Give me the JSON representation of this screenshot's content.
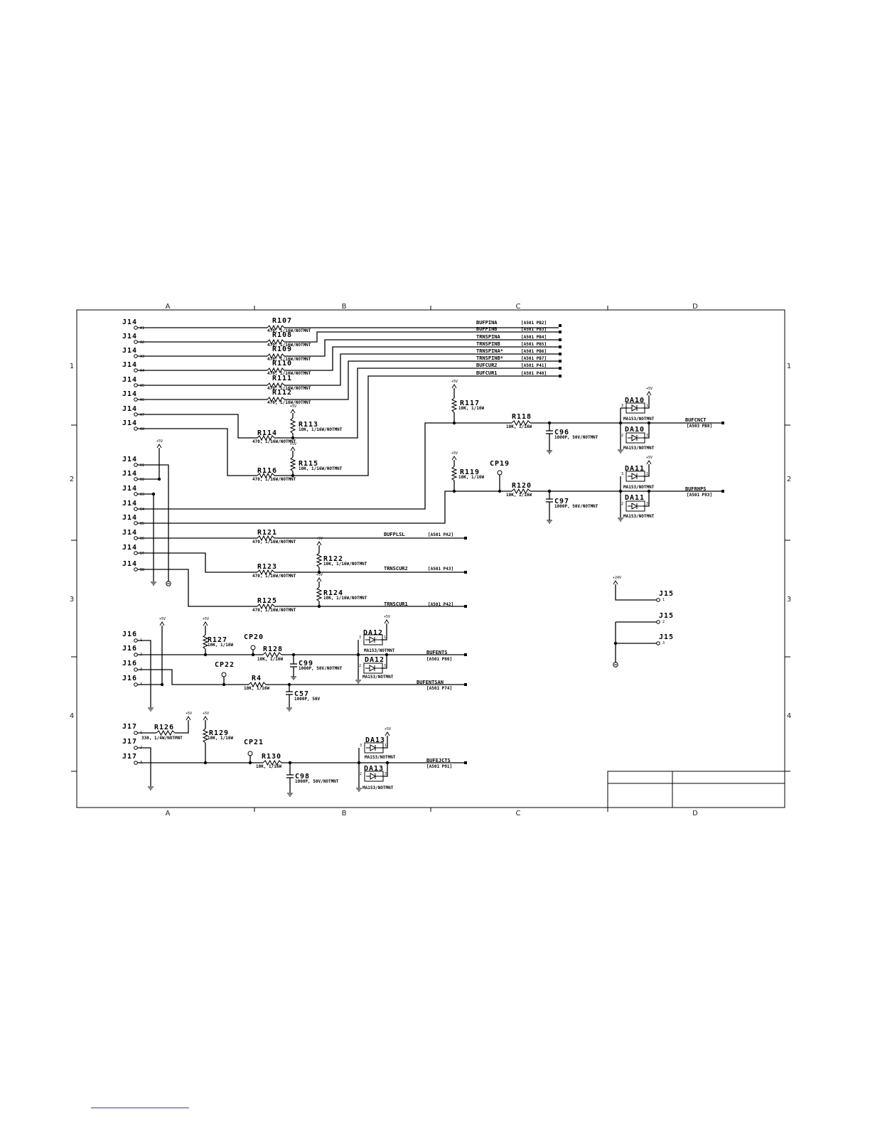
{
  "zones": {
    "columns": [
      "A",
      "B",
      "C",
      "D"
    ],
    "rows": [
      "1",
      "2",
      "3",
      "4"
    ]
  },
  "title_block": {
    "cells": [
      "",
      "",
      "",
      ""
    ]
  },
  "connectors": {
    "j14_rows": [
      {
        "ref": "J14",
        "pin": "A1"
      },
      {
        "ref": "J14",
        "pin": "A2"
      },
      {
        "ref": "J14",
        "pin": "A3"
      },
      {
        "ref": "J14",
        "pin": "A4"
      },
      {
        "ref": "J14",
        "pin": "A5"
      },
      {
        "ref": "J14",
        "pin": "A6"
      },
      {
        "ref": "J14",
        "pin": "A7"
      },
      {
        "ref": "J14",
        "pin": "A8"
      },
      {
        "ref": "J14",
        "pin": "B1"
      },
      {
        "ref": "J14",
        "pin": "B2"
      },
      {
        "ref": "J14",
        "pin": "B3"
      },
      {
        "ref": "J14",
        "pin": "B4"
      },
      {
        "ref": "J14",
        "pin": "B5"
      },
      {
        "ref": "J14",
        "pin": "B6"
      },
      {
        "ref": "J14",
        "pin": "B7"
      },
      {
        "ref": "J14",
        "pin": "B8"
      }
    ],
    "j16_rows": [
      {
        "ref": "J16",
        "pin": "1"
      },
      {
        "ref": "J16",
        "pin": "2"
      },
      {
        "ref": "J16",
        "pin": "3"
      },
      {
        "ref": "J16",
        "pin": "4"
      }
    ],
    "j17_rows": [
      {
        "ref": "J17",
        "pin": "1"
      },
      {
        "ref": "J17",
        "pin": "2"
      },
      {
        "ref": "J17",
        "pin": "3"
      }
    ],
    "j15_rows": [
      {
        "ref": "J15",
        "pin": "1"
      },
      {
        "ref": "J15",
        "pin": "2"
      },
      {
        "ref": "J15",
        "pin": "3"
      }
    ]
  },
  "resistors": {
    "R107": {
      "ref": "R107",
      "value": "470, 1/16W/NOTMNT"
    },
    "R108": {
      "ref": "R108",
      "value": "470, 1/16W/NOTMNT"
    },
    "R109": {
      "ref": "R109",
      "value": "470, 1/16W/NOTMNT"
    },
    "R110": {
      "ref": "R110",
      "value": "470, 1/16W/NOTMNT"
    },
    "R111": {
      "ref": "R111",
      "value": "470, 1/16W/NOTMNT"
    },
    "R112": {
      "ref": "R112",
      "value": "470, 1/16W/NOTMNT"
    },
    "R113": {
      "ref": "R113",
      "value": "10K, 1/16W/NOTMNT"
    },
    "R114": {
      "ref": "R114",
      "value": "470, 1/16W/NOTMNT"
    },
    "R115": {
      "ref": "R115",
      "value": "10K, 1/16W/NOTMNT"
    },
    "R116": {
      "ref": "R116",
      "value": "470, 1/16W/NOTMNT"
    },
    "R117": {
      "ref": "R117",
      "value": "10K, 1/16W"
    },
    "R118": {
      "ref": "R118",
      "value": "10K, 1/16W"
    },
    "R119": {
      "ref": "R119",
      "value": "10K, 1/16W"
    },
    "R120": {
      "ref": "R120",
      "value": "10K, 1/16W"
    },
    "R121": {
      "ref": "R121",
      "value": "470, 1/16W/NOTMNT"
    },
    "R122": {
      "ref": "R122",
      "value": "10K, 1/16W/NOTMNT"
    },
    "R123": {
      "ref": "R123",
      "value": "470, 1/16W/NOTMNT"
    },
    "R124": {
      "ref": "R124",
      "value": "10K, 1/16W/NOTMNT"
    },
    "R125": {
      "ref": "R125",
      "value": "470, 1/16W/NOTMNT"
    },
    "R127": {
      "ref": "R127",
      "value": "10K, 1/16W"
    },
    "R128": {
      "ref": "R128",
      "value": "10K, 1/16W"
    },
    "R4": {
      "ref": "R4",
      "value": "10K, 1/16W"
    },
    "R126": {
      "ref": "R126",
      "value": "330, 1/4W/NOTMNT"
    },
    "R129": {
      "ref": "R129",
      "value": "10K, 1/16W"
    },
    "R130": {
      "ref": "R130",
      "value": "10K, 1/16W"
    }
  },
  "capacitors": {
    "C96": {
      "ref": "C96",
      "value": "1000P, 50V/NOTMNT"
    },
    "C97": {
      "ref": "C97",
      "value": "1000P, 50V/NOTMNT"
    },
    "C99": {
      "ref": "C99",
      "value": "1000P, 50V/NOTMNT"
    },
    "C57": {
      "ref": "C57",
      "value": "1000P, 50V"
    },
    "C98": {
      "ref": "C98",
      "value": "1000P, 50V/NOTMNT"
    }
  },
  "test_points": {
    "CP19": "CP19",
    "CP20": "CP20",
    "CP22": "CP22",
    "CP21": "CP21"
  },
  "diodes": {
    "DA10": {
      "ref": "DA10",
      "value": "MA153/NOTMNT"
    },
    "DA11": {
      "ref": "DA11",
      "value": "MA153/NOTMNT"
    },
    "DA12": {
      "ref": "DA12",
      "value": "MA153/NOTMNT"
    },
    "DA13": {
      "ref": "DA13",
      "value": "MA153/NOTMNT"
    }
  },
  "power": {
    "p5v": "+5V",
    "p24v": "+24V"
  },
  "nets": {
    "BUFPINA": {
      "name": "BUFPINA",
      "dest": "[A501 PB2]"
    },
    "BUFPINB": {
      "name": "BUFPINB",
      "dest": "[A501 PB3]"
    },
    "TRNSPINA": {
      "name": "TRNSPINA",
      "dest": "[A501 PB4]"
    },
    "TRNSPINB": {
      "name": "TRNSPINB",
      "dest": "[A501 PB5]"
    },
    "TRNSPINA_N": {
      "name": "TRNSPINA*",
      "dest": "[A501 PB6]"
    },
    "TRNSPINB_N": {
      "name": "TRNSPINB*",
      "dest": "[A501 PB7]"
    },
    "BUFCUR2": {
      "name": "BUFCUR2",
      "dest": "[A501 P41]"
    },
    "BUFCUR1": {
      "name": "BUFCUR1",
      "dest": "[A501 P40]"
    },
    "BUFCNCT": {
      "name": "BUFCNCT",
      "dest": "[A503 PB8]"
    },
    "BUFRHPS": {
      "name": "BUFRHPS",
      "dest": "[A501 P83]"
    },
    "BUFPLSL": {
      "name": "BUFPLSL",
      "dest": "[A501 PA2]"
    },
    "TRNSCUR2": {
      "name": "TRNSCUR2",
      "dest": "[A501 P43]"
    },
    "TRNSCUR1": {
      "name": "TRNSCUR1",
      "dest": "[A501 P42]"
    },
    "BUFENTS": {
      "name": "BUFENTS",
      "dest": "[A501 P80]"
    },
    "BUFENTSAN": {
      "name": "BUFENTSAN",
      "dest": "[A501 P74]"
    },
    "BUFEJCTS": {
      "name": "BUFEJCTS",
      "dest": "[A501 P91]"
    }
  }
}
